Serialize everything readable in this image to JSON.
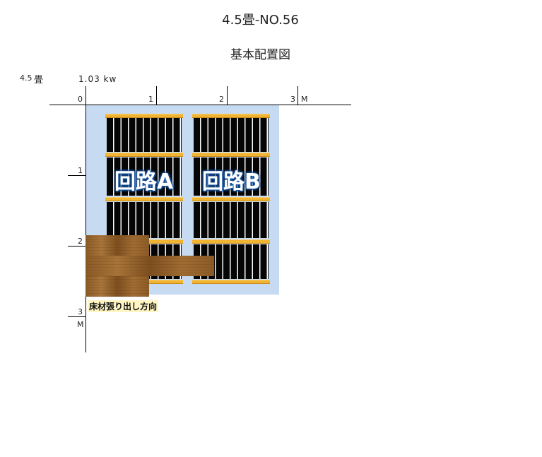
{
  "header": {
    "title": "4.5畳-NO.56",
    "subtitle": "基本配置図"
  },
  "info": {
    "tatami_value": "4.5",
    "tatami_unit": "畳",
    "power": "1.03  kw"
  },
  "axis": {
    "x_ticks": [
      "0",
      "1",
      "2",
      "3"
    ],
    "x_unit": "M",
    "y_ticks": [
      "1",
      "2",
      "3"
    ],
    "y_unit": "M"
  },
  "circuits": {
    "a_label": "回路A",
    "b_label": "回路B"
  },
  "floor": {
    "direction_label": "床材張り出し方向"
  },
  "colors": {
    "room_fill": "#c6daf2",
    "heater_bar": "#f0b432",
    "label_glow": "#1a5aa8"
  }
}
